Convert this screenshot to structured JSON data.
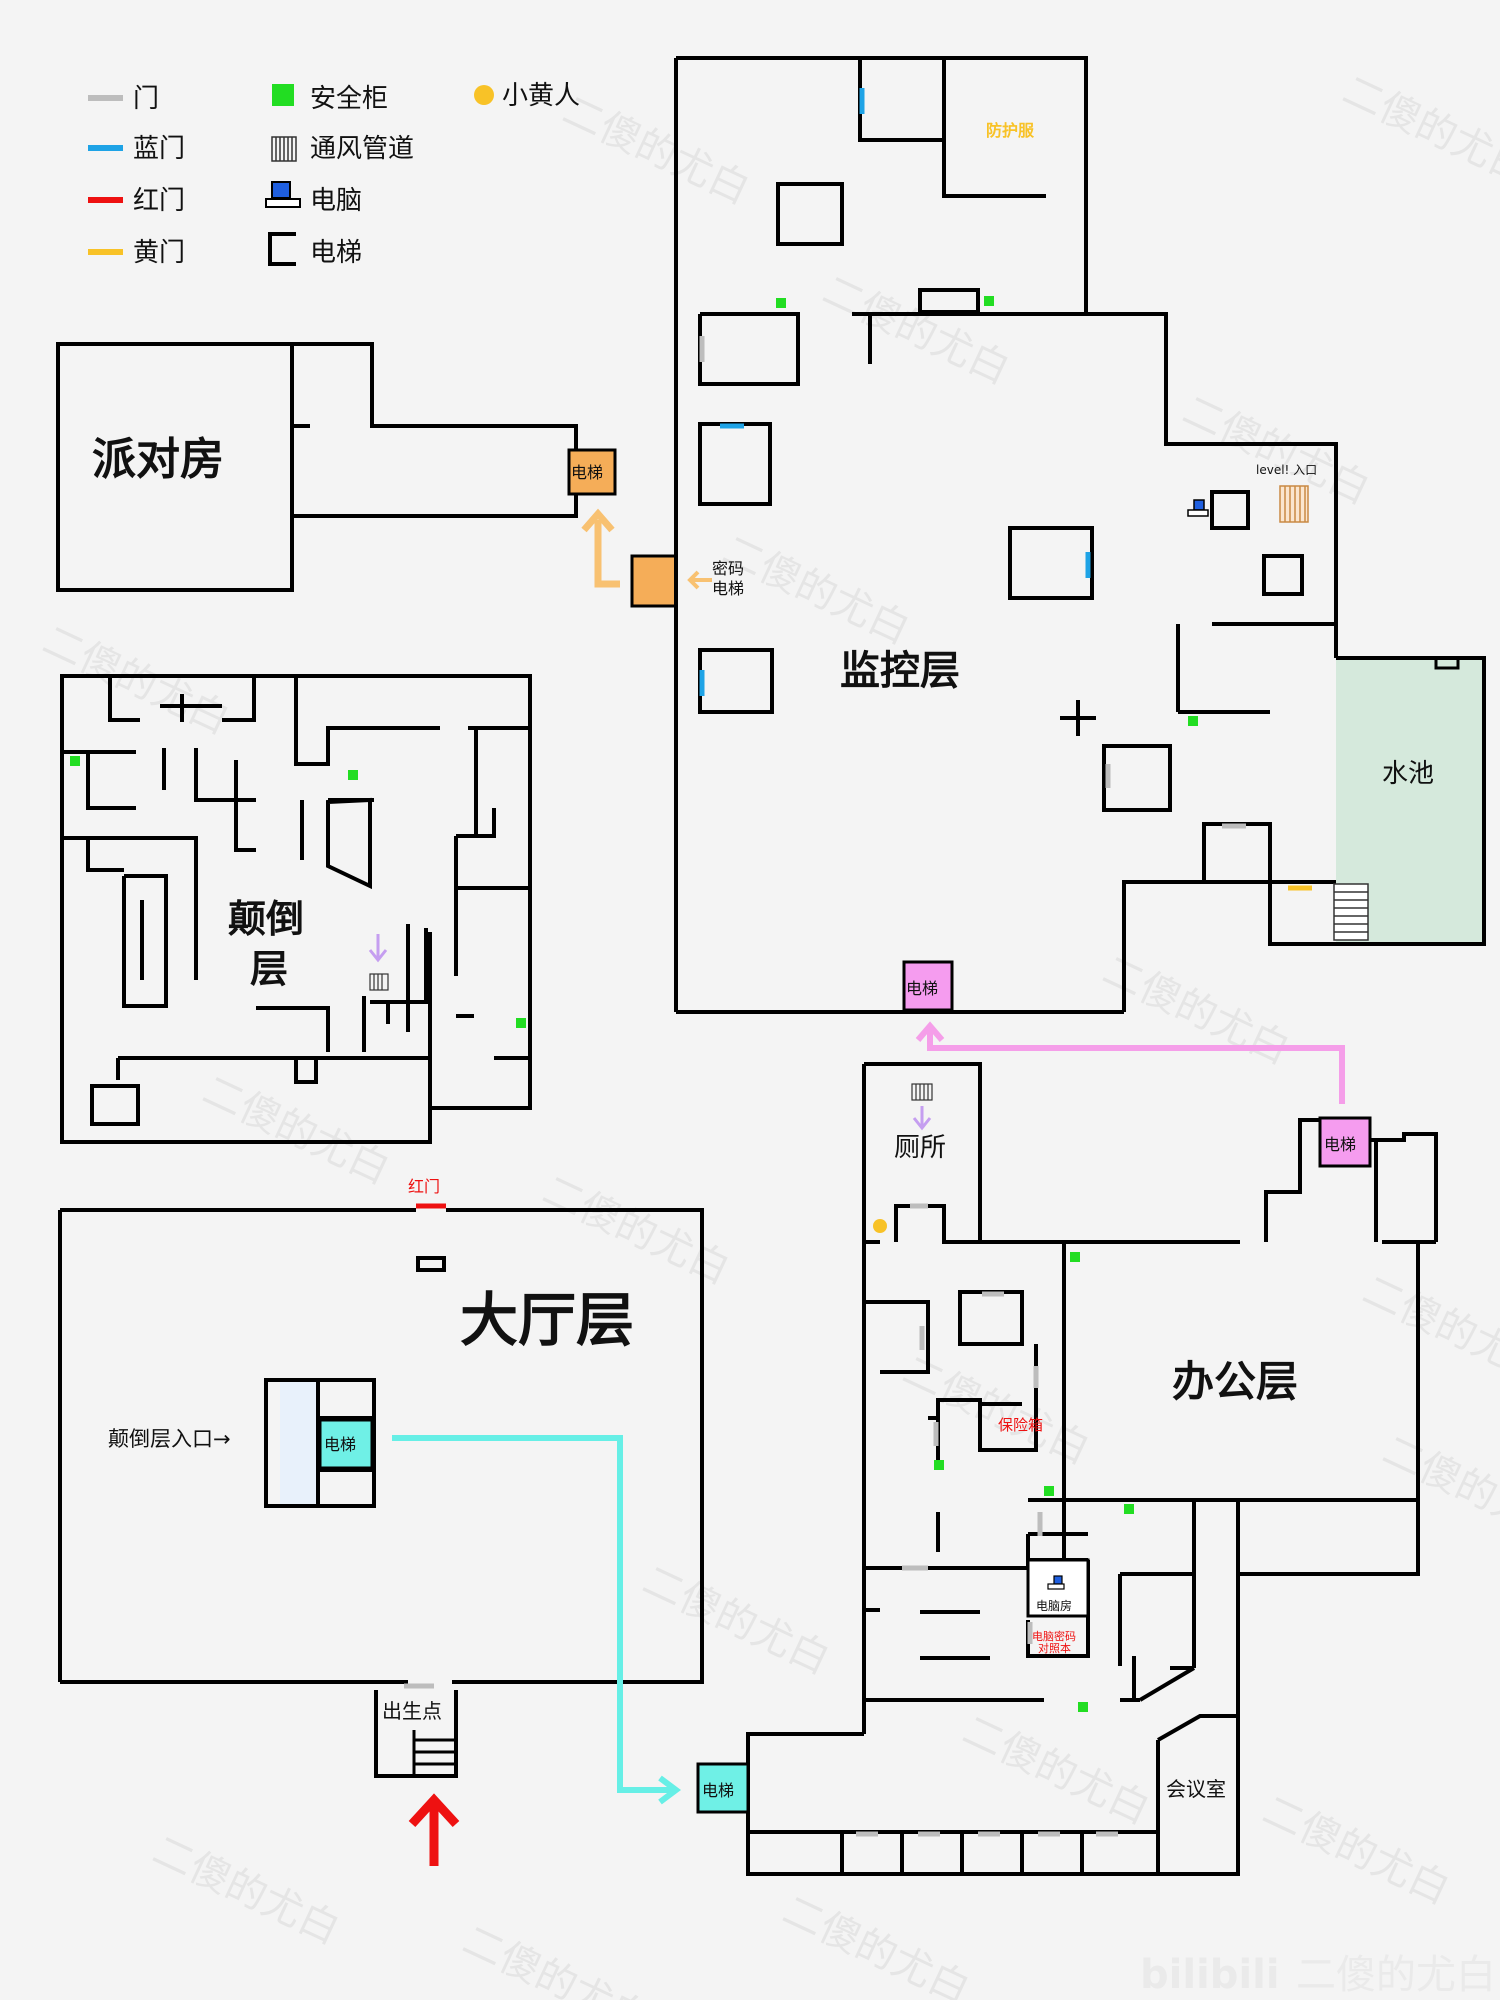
{
  "legend": [
    {
      "label": "门",
      "icon": "gray-door-icon"
    },
    {
      "label": "蓝门",
      "icon": "blue-door-icon"
    },
    {
      "label": "红门",
      "icon": "red-door-icon"
    },
    {
      "label": "黄门",
      "icon": "yellow-door-icon"
    },
    {
      "label": "安全柜",
      "icon": "safe-cabinet-icon"
    },
    {
      "label": "通风管道",
      "icon": "vent-icon"
    },
    {
      "label": "电脑",
      "icon": "computer-icon"
    },
    {
      "label": "电梯",
      "icon": "elevator-icon"
    },
    {
      "label": "小黄人",
      "icon": "yellow-man-icon"
    }
  ],
  "colors": {
    "wall": "#000000",
    "door": "#bdbdbd",
    "blue_door": "#1ea3e6",
    "red_door": "#ee1111",
    "yellow_door": "#f8c227",
    "safe": "#22dd22",
    "elevator_orange": "#f5ad58",
    "elevator_pink": "#f59cef",
    "elevator_cyan": "#6ff0e6",
    "path_orange": "#f8c171",
    "path_pink": "#f59ee9",
    "path_cyan": "#66efe6",
    "pool": "#d5e9dc",
    "red_arrow": "#ee1111",
    "vent_arrow": "#c59ef0"
  },
  "rooms": {
    "party": "派对房",
    "monitor": "监控层",
    "pool": "水池",
    "protective_suit": "防护服",
    "level_entry": "level! 入口",
    "password_elevator": "密码电梯",
    "flip": "颠倒层",
    "lobby": "大厅层",
    "red_door_label": "红门",
    "flip_entry": "颠倒层入口→",
    "spawn": "出生点",
    "office": "办公层",
    "toilet": "厕所",
    "safe_box": "保险箱",
    "computer_room": "电脑房",
    "computer_password": "电脑密码对照本",
    "meeting": "会议室"
  },
  "elevator_label": "电梯",
  "watermark": "二傻的尤白",
  "footer_logo": "bilibili",
  "footer_author": "二傻的尤白"
}
